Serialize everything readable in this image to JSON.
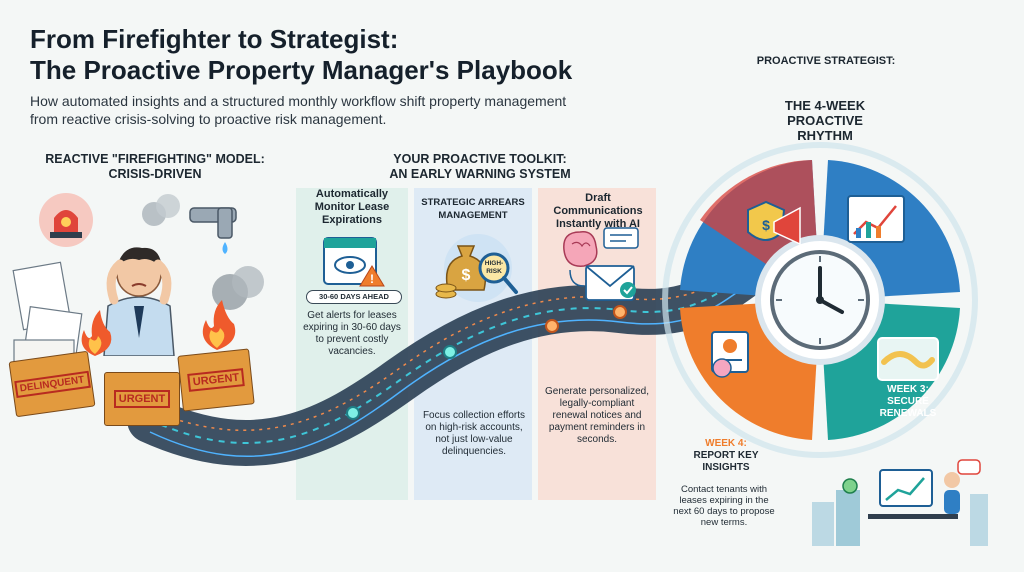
{
  "header": {
    "title_line1": "From Firefighter to Strategist:",
    "title_line2": "The Proactive Property Manager's Playbook",
    "subtitle": "How automated insights and a structured monthly workflow shift property management from reactive crisis-solving to proactive risk management."
  },
  "reactive": {
    "heading_line1": "REACTIVE \"FIREFIGHTING\" MODEL:",
    "heading_line2": "CRISIS-DRIVEN",
    "folders": [
      "DELINQUENT",
      "URGENT",
      "URGENT"
    ]
  },
  "toolkit": {
    "heading_line1": "YOUR PROACTIVE TOOLKIT:",
    "heading_line2": "AN EARLY WARNING SYSTEM",
    "panels": [
      {
        "title": "Automatically Monitor Lease Expirations",
        "badge": "30-60 DAYS AHEAD",
        "text": "Get alerts for leases expiring in 30-60 days to prevent costly vacancies."
      },
      {
        "title": "STRATEGIC ARREARS MANAGEMENT",
        "tag": "HIGH-RISK",
        "text": "Focus collection efforts on high-risk accounts, not just low-value delinquencies."
      },
      {
        "title": "Draft Communications Instantly with AI",
        "text": "Generate personalized, legally-compliant renewal notices and payment reminders in seconds."
      }
    ]
  },
  "strategist": {
    "heading": "PROACTIVE STRATEGIST:",
    "rhythm": "THE 4-WEEK PROACTIVE RHYTHM",
    "week3_label": "WEEK 3:",
    "week3_text": "SECURE RENEWALS",
    "week4_label": "WEEK 4:",
    "week4_text": "REPORT KEY INSIGHTS",
    "note": "Contact tenants with leases expiring in the next 60 days to propose new terms."
  },
  "colors": {
    "blue": "#2f7fc4",
    "teal": "#1fa39a",
    "orange": "#ef7d2c",
    "red": "#e0453b",
    "folder": "#e29a3e"
  },
  "icons": [
    "alarm-icon",
    "pipe-leak-icon",
    "fire-icon",
    "calendar-eye-icon",
    "money-bag-icon",
    "magnifier-icon",
    "brain-icon",
    "email-icon",
    "chat-bubble-icon",
    "shield-icon",
    "megaphone-icon",
    "chart-icon",
    "clock-icon",
    "handshake-icon",
    "report-icon",
    "desk-worker-icon"
  ]
}
